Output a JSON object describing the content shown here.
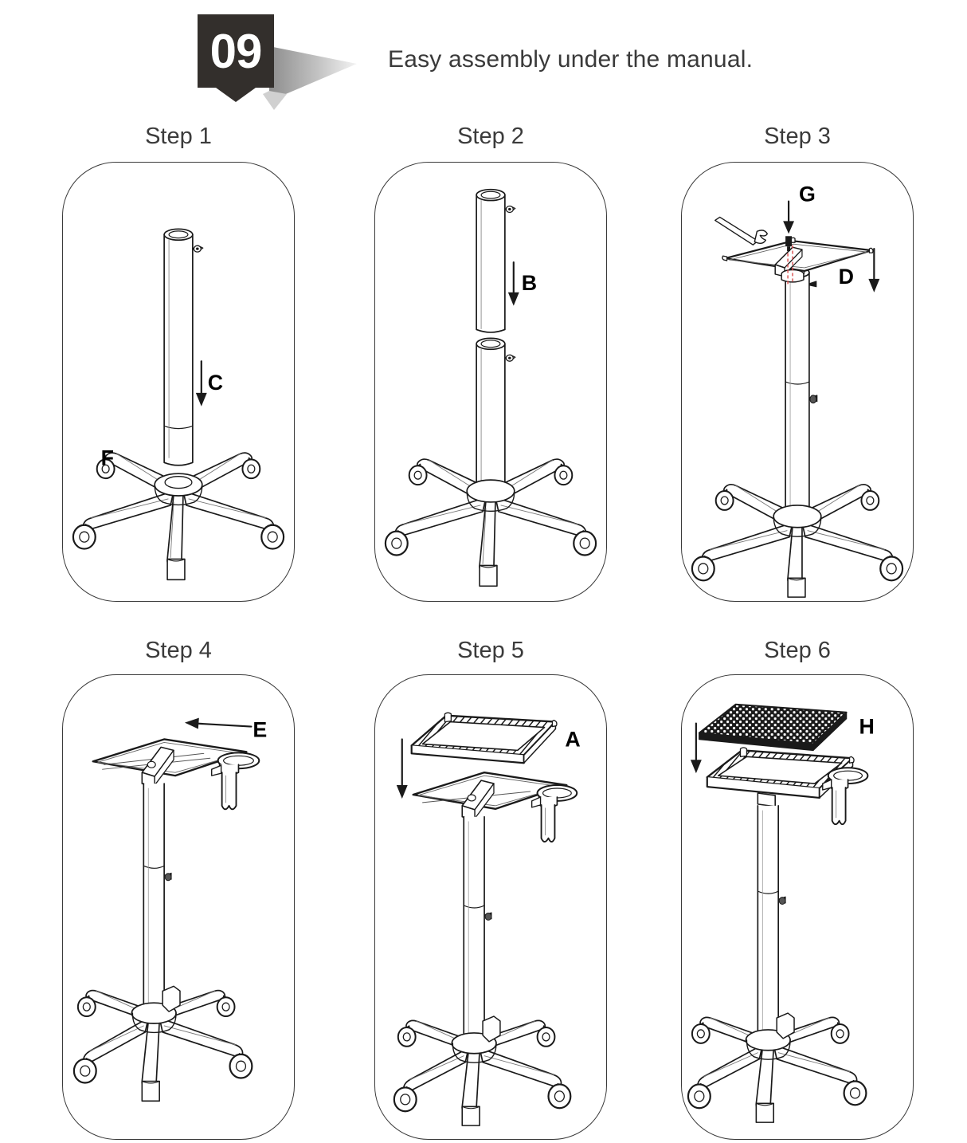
{
  "header": {
    "badge_number": "09",
    "title": "Easy assembly under the manual."
  },
  "steps": [
    {
      "title": "Step 1",
      "parts": [
        {
          "label": "C",
          "name": "upper-pole",
          "arrow": "down"
        },
        {
          "label": "F",
          "name": "caster-base",
          "arrow": "none"
        }
      ]
    },
    {
      "title": "Step 2",
      "parts": [
        {
          "label": "B",
          "name": "extension-pole",
          "arrow": "down"
        }
      ]
    },
    {
      "title": "Step 3",
      "parts": [
        {
          "label": "G",
          "name": "fixing-screw",
          "arrow": "down"
        },
        {
          "label": "D",
          "name": "support-plate",
          "arrow": "down"
        }
      ]
    },
    {
      "title": "Step 4",
      "parts": [
        {
          "label": "E",
          "name": "cup-holder",
          "arrow": "left"
        }
      ]
    },
    {
      "title": "Step 5",
      "parts": [
        {
          "label": "A",
          "name": "desk-tray",
          "arrow": "down"
        }
      ]
    },
    {
      "title": "Step 6",
      "parts": [
        {
          "label": "H",
          "name": "anti-slip-mat",
          "arrow": "down"
        }
      ]
    }
  ],
  "colors": {
    "badge_background": "#332f2c",
    "badge_text": "#ffffff",
    "badge_shadow": "#b9b9b9",
    "line": "#1a1a1a",
    "title_text": "#3b3b3b",
    "accent_dotted": "#d94a4a"
  }
}
